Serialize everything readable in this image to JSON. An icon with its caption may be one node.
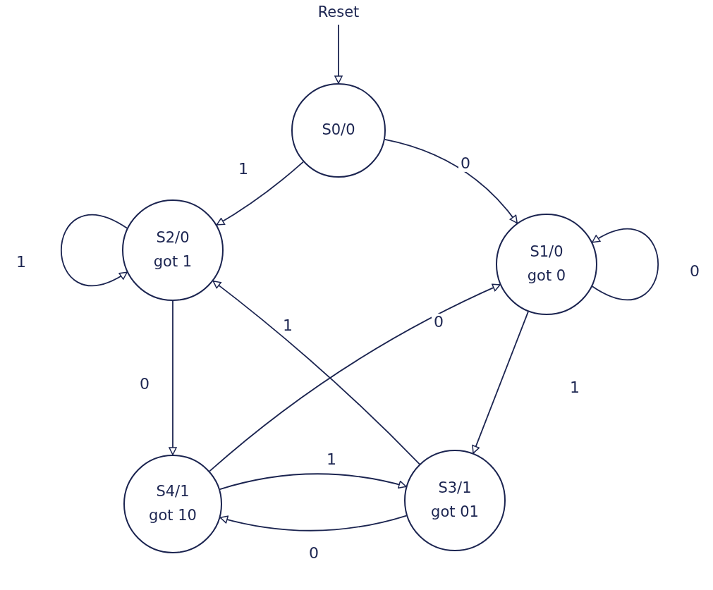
{
  "diagram": {
    "nodes": [
      {
        "text": [
          "Reset"
        ]
      },
      {
        "text": [
          "S0/0"
        ]
      },
      {
        "text": [
          "S2/0",
          "got 1"
        ]
      },
      {
        "text": [
          "S1/0",
          "got 0"
        ]
      },
      {
        "text": [
          "S4/1",
          "got 10"
        ]
      },
      {
        "text": [
          "S3/1",
          "got 01"
        ]
      }
    ],
    "edges": [
      {
        "from": 0,
        "to": 1,
        "arrow": "to"
      },
      {
        "from": 1,
        "to": 2,
        "arrow": "to",
        "label": "1"
      },
      {
        "from": 1,
        "to": 3,
        "arrow": "to",
        "label": "0"
      },
      {
        "from": 2,
        "to": 2,
        "arrow": "to",
        "label": "1"
      },
      {
        "from": 3,
        "to": 3,
        "arrow": "to",
        "label": "0"
      },
      {
        "from": 2,
        "to": 4,
        "arrow": "to",
        "label": "0"
      },
      {
        "from": 3,
        "to": 5,
        "arrow": "to",
        "label": "1"
      },
      {
        "from": 4,
        "to": 3,
        "arrow": "to",
        "label": "0"
      },
      {
        "from": 5,
        "to": 2,
        "arrow": "to",
        "label": "1"
      },
      {
        "from": 4,
        "to": 5,
        "arrow": "to",
        "label": "1"
      },
      {
        "from": 5,
        "to": 4,
        "arrow": "to",
        "label": "0"
      }
    ]
  }
}
